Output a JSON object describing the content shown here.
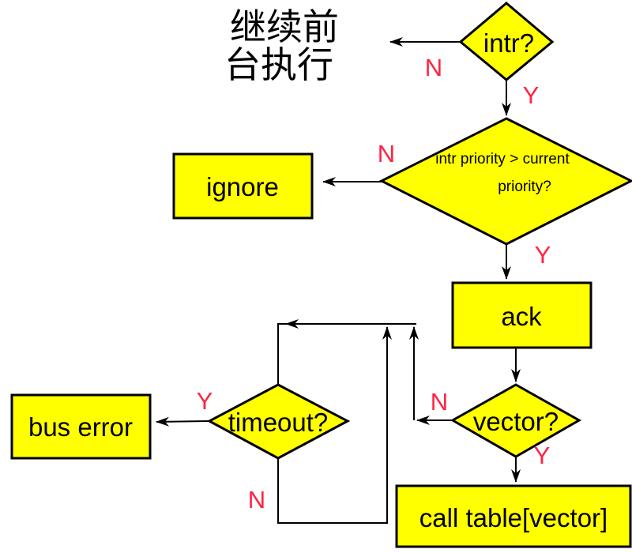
{
  "colors": {
    "shape_fill": "#ffff00",
    "shape_outline": "#000000",
    "connector": "#000000",
    "node_text": "#000000",
    "branch_label": "#ff2442",
    "background": "#ffffff"
  },
  "nodes": {
    "continue_note": {
      "line1": "继续前",
      "line2": "台执行"
    },
    "intr_decision": {
      "label": "intr?"
    },
    "priority_decision": {
      "line1": "intr priority > current",
      "line2": "priority?"
    },
    "ignore_process": {
      "label": "ignore"
    },
    "ack_process": {
      "label": "ack"
    },
    "vector_decision": {
      "label": "vector?"
    },
    "timeout_decision": {
      "label": "timeout?"
    },
    "bus_error_process": {
      "label": "bus error"
    },
    "call_table_process": {
      "label": "call table[vector]"
    }
  },
  "branch_labels": {
    "intr_no": "N",
    "intr_yes": "Y",
    "priority_no": "N",
    "priority_yes": "Y",
    "vector_no": "N",
    "vector_yes": "Y",
    "timeout_yes": "Y",
    "timeout_no": "N"
  }
}
